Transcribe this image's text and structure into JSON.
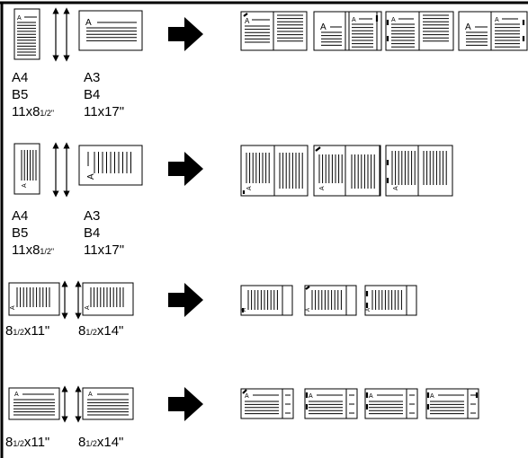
{
  "paper_sizes": {
    "row1": {
      "small": [
        "A4",
        "B5",
        "11x8",
        "1/2\""
      ],
      "large": [
        "A3",
        "B4",
        "11x17\""
      ]
    },
    "row2": {
      "small": [
        "A4",
        "B5",
        "11x8",
        "1/2\""
      ],
      "large": [
        "A3",
        "B4",
        "11x17\""
      ]
    },
    "row3": {
      "left_pre": "8",
      "left_frac": "1/2",
      "left_post": "x11\"",
      "right_pre": "8",
      "right_frac": "1/2",
      "right_post": "x14\""
    },
    "row4": {
      "left_pre": "8",
      "left_frac": "1/2",
      "left_post": "x11\"",
      "right_pre": "8",
      "right_frac": "1/2",
      "right_post": "x14\""
    }
  },
  "page_glyph": "A",
  "colors": {
    "ink": "#000000",
    "shade": "#d9d9d9",
    "paper": "#ffffff"
  },
  "icons": [
    "arrow-right-icon",
    "double-headed-vertical-arrow-icon",
    "staple-mark-icon",
    "punch-hole-icon"
  ]
}
